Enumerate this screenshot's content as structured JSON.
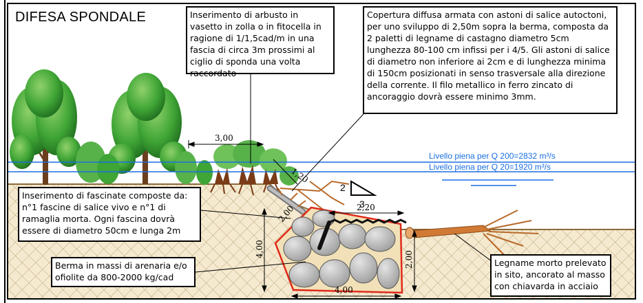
{
  "title": "DIFESA SPONDALE",
  "notes": {
    "arbusto": "Inserimento di arbusto in vasetto in zolla o in fitocella in ragione di 1/1,5cad/m in una fascia di circa 3m prossimi al ciglio di sponda una volta raccordato",
    "copertura": "Copertura diffusa armata con astoni di salice autoctoni, per uno sviluppo di 2,50m sopra la berma, composta da 2 paletti di legname di castagno diametro 5cm lunghezza 80-100 cm infissi per i 4/5. Gli astoni di salice di diametro non inferiore ai 2cm e di lunghezza minima di 150cm posizionati in senso trasversale alla direzione della corrente. Il filo metallico in ferro zincato di ancoraggio dovrà essere minimo 3mm.",
    "fascinate": "Inserimento di fascinate composte da: n°1 fascine di salice vivo e n°1 di ramaglia morta. Ogni fascina dovrà essere di diametro 50cm e lunga 2m",
    "berma": "Berma in massi di arenaria e/o ofiolite da 800-2000 kg/cad",
    "legname": "Legname morto prelevato in sito, ancorato al masso con chiavarda in acciaio"
  },
  "water_levels": {
    "q200": "Livello piena per Q 200=2832 m³/s",
    "q20": "Livello piena per Q 20=1920 m³/s"
  },
  "dimensions": {
    "width_top": "3,00",
    "slope_len": "1,20",
    "chain_len": "2,20",
    "fascine_len": "2,00",
    "height_left": "4,00",
    "height_right": "2,00",
    "base_width": "4,00"
  },
  "slope_ratio": {
    "rise": "2",
    "run": "3"
  },
  "colors": {
    "water": "#1a6fe0",
    "berm_outline": "#e02a1a",
    "wood": "#b86a2a",
    "soil": "#f3e6c4",
    "foliage": "#3fa535"
  }
}
